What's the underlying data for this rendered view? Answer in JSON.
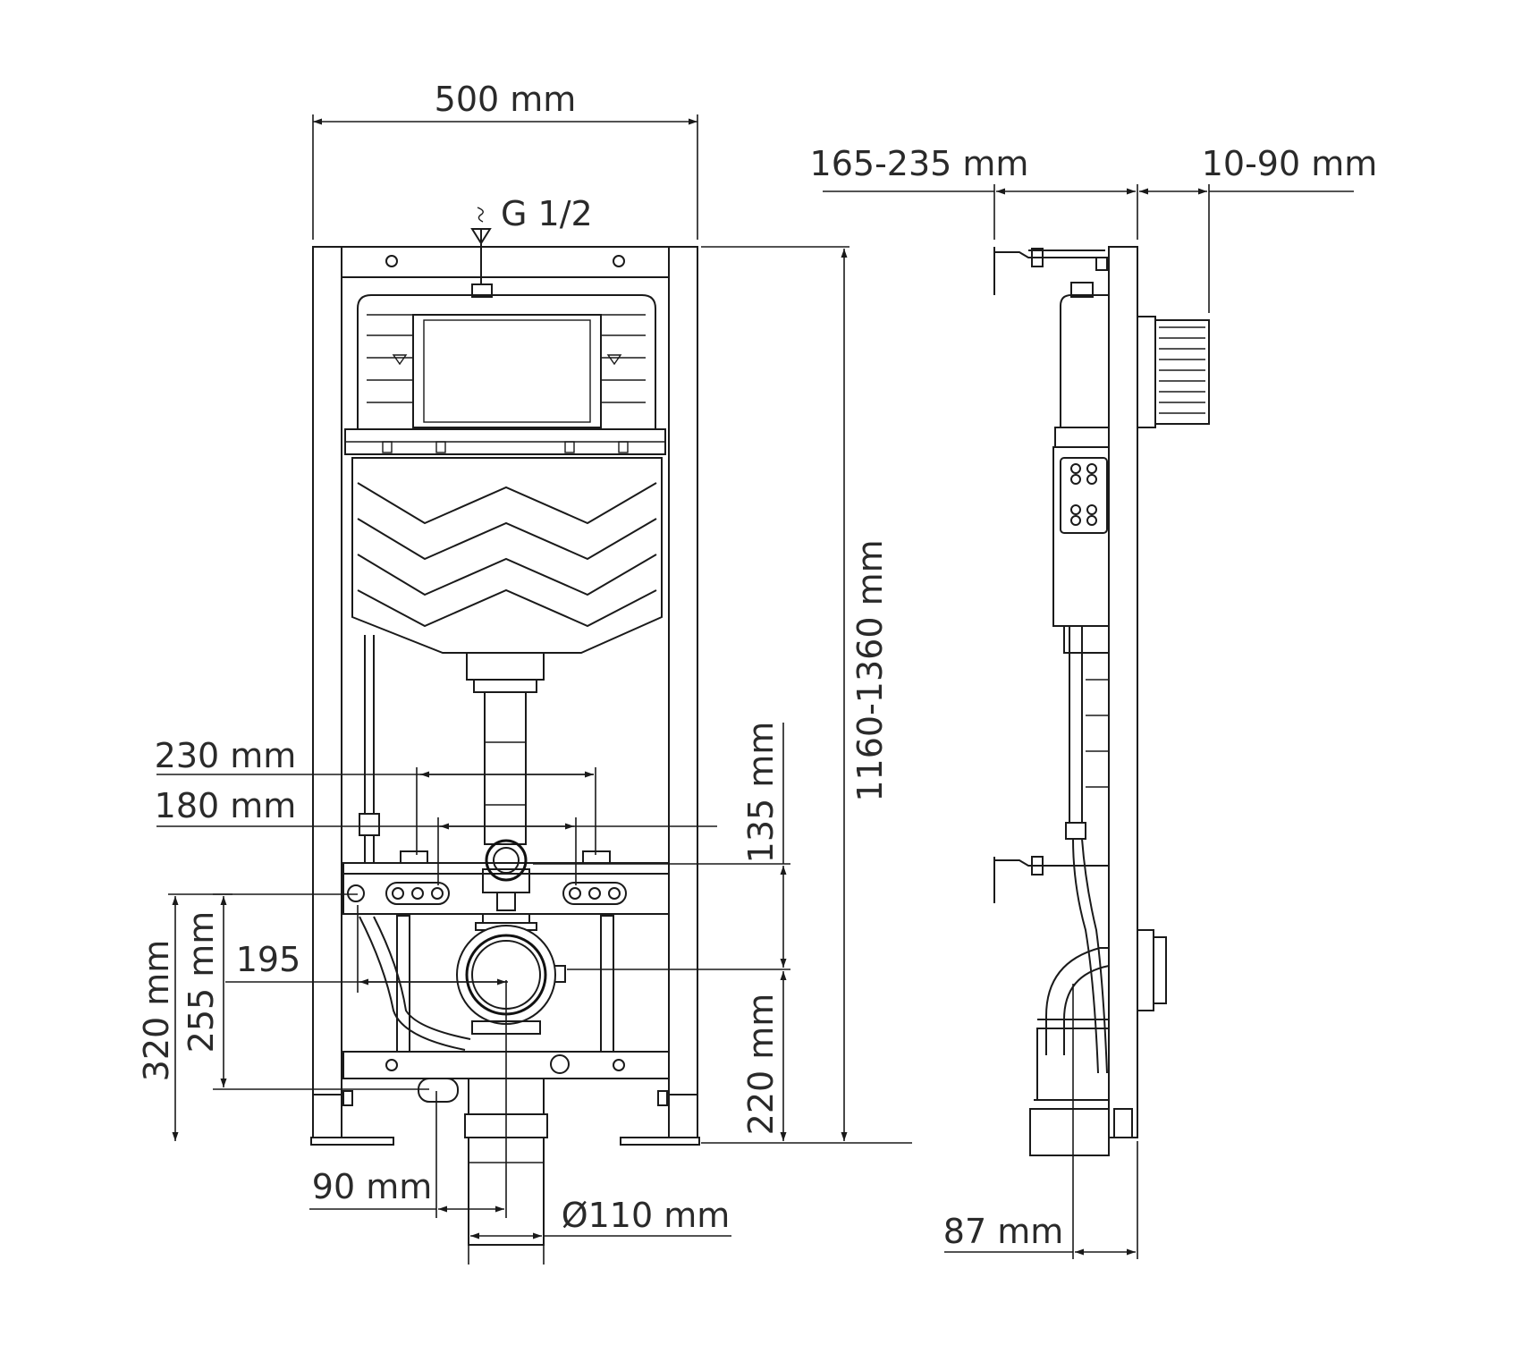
{
  "front_view": {
    "width_label": "500 mm",
    "water_inlet_label": "G 1/2",
    "height_label": "1160-1360 mm",
    "bolt_spacing_outer_label": "230 mm",
    "bolt_spacing_inner_label": "180 mm",
    "inlet_pipe_height_label": "135 mm",
    "drain_center_height_label": "220 mm",
    "bolt_height_label": "320 mm",
    "lower_bolt_height_label": "255 mm",
    "side_offset_label": "195",
    "drain_offset_label": "90 mm",
    "drain_diameter_label": "Ø110 mm"
  },
  "side_view": {
    "depth_range_label": "165-235 mm",
    "button_depth_label": "10-90 mm",
    "drain_depth_label": "87 mm"
  }
}
